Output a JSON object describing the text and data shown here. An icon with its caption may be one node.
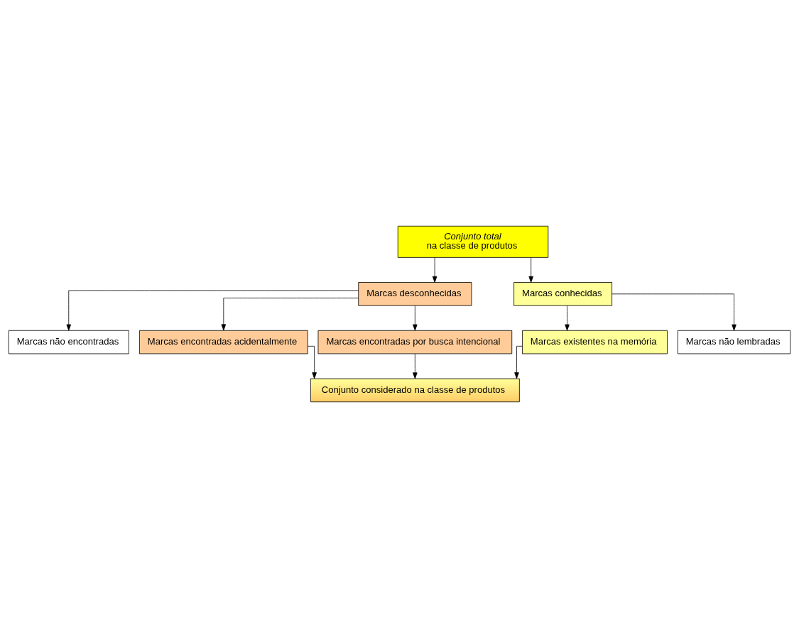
{
  "diagram": {
    "nodes": [
      {
        "text": [
          "Conjunto total",
          "na classe de produtos"
        ]
      },
      {
        "text": [
          "Marcas desconhecidas"
        ]
      },
      {
        "text": [
          "Marcas conhecidas"
        ]
      },
      {
        "text": [
          "Marcas não encontradas"
        ]
      },
      {
        "text": [
          "Marcas encontradas acidentalmente"
        ]
      },
      {
        "text": [
          "Marcas encontradas por busca intencional"
        ]
      },
      {
        "text": [
          "Marcas existentes na memória"
        ]
      },
      {
        "text": [
          "Marcas não lembradas"
        ]
      },
      {
        "text": [
          "Conjunto considerado na classe de produtos"
        ]
      }
    ],
    "edges": [
      {
        "from": 0,
        "to": 1,
        "arrow": "to"
      },
      {
        "from": 0,
        "to": 2,
        "arrow": "to"
      },
      {
        "from": 1,
        "to": 3,
        "arrow": "to"
      },
      {
        "from": 1,
        "to": 4,
        "arrow": "to"
      },
      {
        "from": 1,
        "to": 5,
        "arrow": "to"
      },
      {
        "from": 2,
        "to": 6,
        "arrow": "to"
      },
      {
        "from": 2,
        "to": 7,
        "arrow": "to"
      },
      {
        "from": 4,
        "to": 8,
        "arrow": "to"
      },
      {
        "from": 5,
        "to": 8,
        "arrow": "to"
      },
      {
        "from": 6,
        "to": 8,
        "arrow": "to"
      }
    ]
  }
}
